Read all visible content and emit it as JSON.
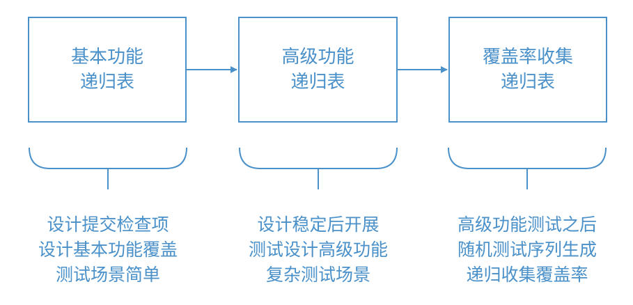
{
  "colors": {
    "accent": "#4a90c9"
  },
  "stages": [
    {
      "box_lines": [
        "基本功能",
        "递归表"
      ],
      "desc_lines": [
        "设计提交检查项",
        "设计基本功能覆盖",
        "测试场景简单"
      ]
    },
    {
      "box_lines": [
        "高级功能",
        "递归表"
      ],
      "desc_lines": [
        "设计稳定后开展",
        "测试设计高级功能",
        "复杂测试场景"
      ]
    },
    {
      "box_lines": [
        "覆盖率收集",
        "递归表"
      ],
      "desc_lines": [
        "高级功能测试之后",
        "随机测试序列生成",
        "递归收集覆盖率"
      ]
    }
  ]
}
